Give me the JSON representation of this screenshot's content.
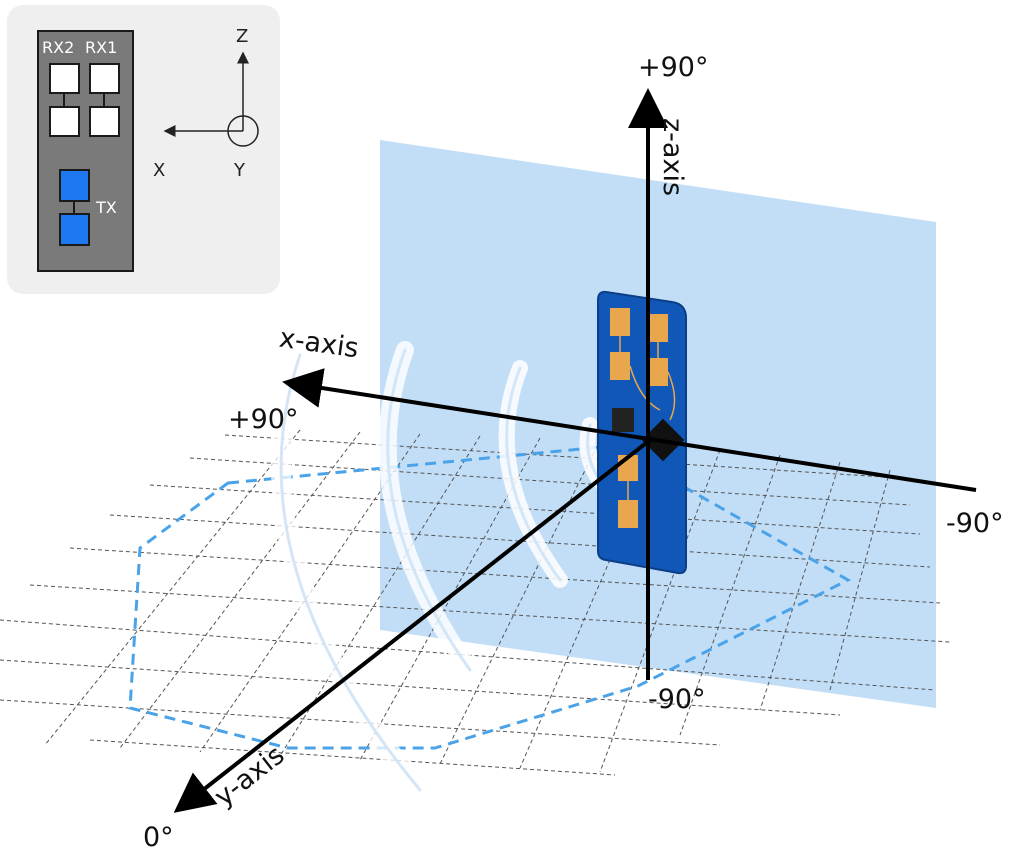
{
  "inset": {
    "rx2_label": "RX2",
    "rx1_label": "RX1",
    "tx_label": "TX",
    "z_label": "Z",
    "x_label": "X",
    "y_label": "Y"
  },
  "axes": {
    "x_axis_label": "x-axis",
    "y_axis_label": "y-axis",
    "z_axis_label": "z-axis",
    "x_plus": "+90°",
    "x_minus": "-90°",
    "z_plus": "+90°",
    "z_minus": "-90°",
    "y_zero": "0°"
  },
  "colors": {
    "plane": "#bfdcf7",
    "boundary": "#4aa3e8",
    "pcb": "#1157b8",
    "antenna": "#e8a74c",
    "tx_pad": "#1e78f0"
  }
}
